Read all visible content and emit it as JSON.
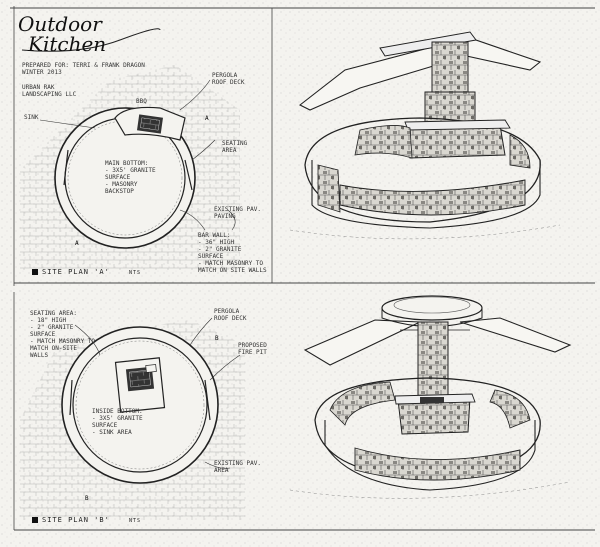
{
  "title": {
    "line1": "Outdoor",
    "line2": "Kitchen"
  },
  "project": {
    "line1": "PREPARED FOR: TERRI & FRANK DRAGON",
    "line2": "WINTER 2013"
  },
  "firm": {
    "line1": "URBAN RAK",
    "line2": "LANDSCAPING LLC"
  },
  "plan_a": {
    "label": "SITE PLAN 'A'",
    "scale": "NTS",
    "notes": {
      "sink": "SINK",
      "bbq": "BBQ",
      "pergola": [
        "PERGOLA",
        "ROOF DECK"
      ],
      "seating": [
        "SEATING",
        "AREA"
      ],
      "floor": [
        "MAIN BOTTOM:",
        "- 3x5' GRANITE",
        "SURFACE",
        "- MASONRY",
        "BACKSTOP"
      ],
      "existing": [
        "EXISTING PAV.",
        "PAVING"
      ],
      "bar": [
        "BAR WALL:",
        "- 36\" HIGH",
        "- 2\" GRANITE",
        "SURFACE",
        "- MATCH MASONRY TO",
        "MATCH ON SITE WALLS"
      ]
    }
  },
  "plan_b": {
    "label": "SITE PLAN 'B'",
    "scale": "NTS",
    "notes": {
      "seating": [
        "SEATING AREA:",
        "- 18\" HIGH",
        "- 2\" GRANITE",
        "SURFACE",
        "- MATCH MASONRY TO",
        "MATCH ON-SITE",
        "WALLS"
      ],
      "pergola": [
        "PERGOLA",
        "ROOF DECK"
      ],
      "firepit": [
        "PROPOSED",
        "FIRE PIT"
      ],
      "floor": [
        "INSIDE BOTTOM:",
        "- 3x5' GRANITE",
        "SURFACE",
        "- SINK AREA"
      ],
      "existing": [
        "EXISTING PAV.",
        "AREA"
      ]
    }
  }
}
